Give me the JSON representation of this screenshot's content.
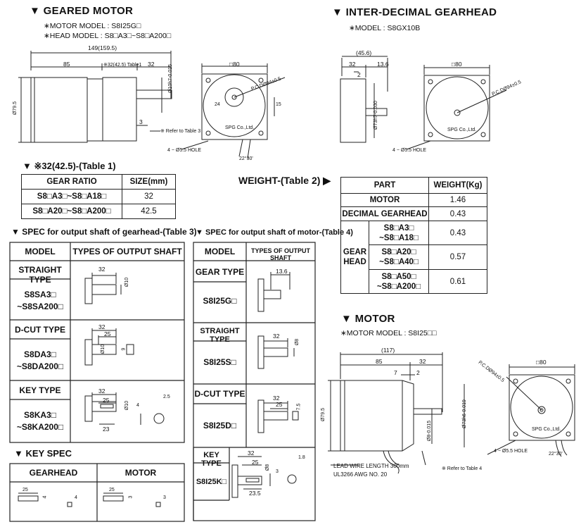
{
  "geared": {
    "title": "▼ GEARED MOTOR",
    "motor_model": "∗MOTOR MODEL : S8I25G□",
    "head_model": "∗HEAD MODEL : S8□A3□~S8□A200□",
    "dims": {
      "total": "149(159.5)",
      "a": "85",
      "b": "※32(42.5) Table1",
      "c": "32",
      "dia": "Ø79.5",
      "shaft": "Ø10h7-0.015",
      "sq": "□80",
      "pcd": "P.C.DØ94±0.5",
      "r24": "24",
      "d15": "15",
      "d3": "3",
      "refer": "※ Refer to Table 3",
      "hole": "4 − Ø5.5 HOLE",
      "ang": "22°30'",
      "brand": "SPG Co.,Ltd."
    }
  },
  "inter": {
    "title": "▼ INTER-DECIMAL GEARHEAD",
    "model": "∗MODEL : S8GX10B",
    "dims": {
      "total": "(45.6)",
      "a": "32",
      "b": "13.6",
      "c": "2",
      "shaft": "Ø73h7-0.030",
      "sq": "□80",
      "pcd": "P.C.DØ94±0.5",
      "hole": "4 − Ø5.5 HOLE",
      "brand": "SPG Co.,Ltd."
    }
  },
  "table1": {
    "label": "▼ ※32(42.5)-(Table 1)",
    "headers": [
      "GEAR RATIO",
      "SIZE(mm)"
    ],
    "rows": [
      [
        "S8□A3□~S8□A18□",
        "32"
      ],
      [
        "S8□A20□~S8□A200□",
        "42.5"
      ]
    ]
  },
  "table2": {
    "label": "WEIGHT-(Table 2) ▶",
    "headers": [
      "PART",
      "WEIGHT(Kg)"
    ],
    "motor": [
      "MOTOR",
      "1.46"
    ],
    "decimal": [
      "DECIMAL GEARHEAD",
      "0.43"
    ],
    "gear_head": "GEAR HEAD",
    "rows": [
      [
        "S8□A3□ ~S8□A18□",
        "0.43"
      ],
      [
        "S8□A20□ ~S8□A40□",
        "0.57"
      ],
      [
        "S8□A50□ ~S8□A200□",
        "0.61"
      ]
    ]
  },
  "table3": {
    "label": "▼ SPEC for output shaft of gearhead-(Table 3)",
    "headers": [
      "MODEL",
      "TYPES OF OUTPUT SHAFT"
    ],
    "rows": [
      {
        "type": "STRAIGHT TYPE",
        "model": "S8SA3□ ~S8SA200□",
        "d1": "32",
        "d2": "Ø10"
      },
      {
        "type": "D-CUT TYPE",
        "model": "S8DA3□ ~S8DA200□",
        "d1": "32",
        "d2": "25",
        "d3": "Ø10",
        "d4": "9"
      },
      {
        "type": "KEY TYPE",
        "model": "S8KA3□ ~S8KA200□",
        "d1": "32",
        "d2": "25",
        "d3": "23",
        "d4": "Ø10",
        "d5": "4",
        "d6": "2.5"
      }
    ]
  },
  "table4": {
    "label": "▼ SPEC for output shaft of motor-(Table 4)",
    "headers": [
      "MODEL",
      "TYPES OF OUTPUT SHAFT"
    ],
    "rows": [
      {
        "type": "GEAR TYPE",
        "model": "S8I25G□",
        "d1": "13.6"
      },
      {
        "type": "STRAIGHT TYPE",
        "model": "S8I25S□",
        "d1": "32",
        "d2": "Ø8"
      },
      {
        "type": "D-CUT TYPE",
        "model": "S8I25D□",
        "d1": "32",
        "d2": "25",
        "d3": "7.5"
      },
      {
        "type": "KEY TYPE",
        "model": "S8I25K□",
        "d1": "32",
        "d2": "25",
        "d3": "23.5",
        "d4": "Ø8",
        "d5": "3",
        "d6": "1.8"
      }
    ]
  },
  "keyspec": {
    "label": "▼ KEY SPEC",
    "headers": [
      "GEARHEAD",
      "MOTOR"
    ],
    "gh": {
      "a": "25",
      "b": "4",
      "c": "4"
    },
    "mt": {
      "a": "25",
      "b": "3",
      "c": "3"
    }
  },
  "motor": {
    "title": "▼ MOTOR",
    "model": "∗MOTOR MODEL : S8I25□□",
    "dims": {
      "total": "(117)",
      "a": "85",
      "b": "32",
      "c": "7",
      "d": "2",
      "dia": "Ø79.5",
      "shaft": "Ø73h6-0.019",
      "shaft2": "Ø8-0.015",
      "sq": "□80",
      "pcd": "P.C.DØ94±0.5",
      "hole": "4 − Ø5.5 HOLE",
      "ang": "22°30'",
      "refer": "※ Refer to Table 4",
      "lead": "LEAD WIRE LENGTH 300mm",
      "ul": "UL3266 AWG NO. 20",
      "brand": "SPG Co.,Ltd."
    }
  }
}
